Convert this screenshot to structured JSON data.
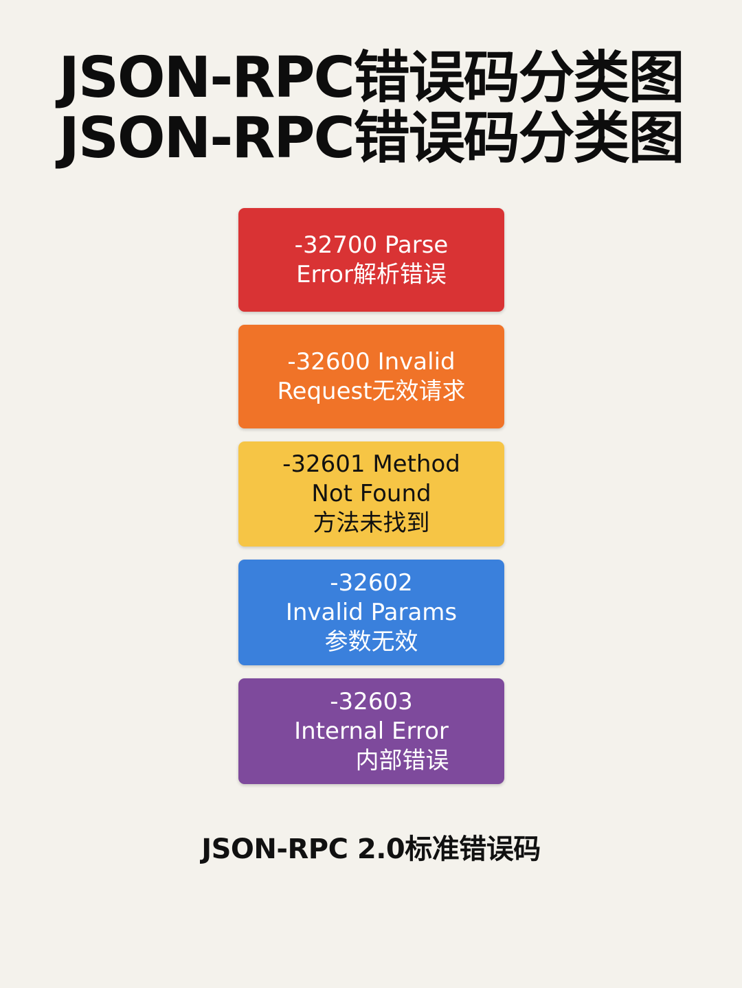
{
  "title": {
    "line1": "JSON-RPC错误码分类图",
    "line2": "JSON-RPC错误码分类图"
  },
  "cards": [
    {
      "code": "-32700",
      "lines": [
        "-32700 Parse",
        "Error解析错误"
      ],
      "bg": "#d93334",
      "text_color": "#ffffff"
    },
    {
      "code": "-32600",
      "lines": [
        "-32600 Invalid",
        "Request无效请求"
      ],
      "bg": "#f07328",
      "text_color": "#ffffff"
    },
    {
      "code": "-32601",
      "lines": [
        "-32601 Method",
        "Not Found",
        "方法未找到"
      ],
      "bg": "#f6c545",
      "text_color": "#111111"
    },
    {
      "code": "-32602",
      "lines": [
        "-32602",
        "Invalid Params",
        "参数无效"
      ],
      "bg": "#3a80dc",
      "text_color": "#ffffff"
    },
    {
      "code": "-32603",
      "lines": [
        "-32603",
        "Internal Error",
        "内部错误"
      ],
      "bg": "#7e4a9c",
      "text_color": "#ffffff"
    }
  ],
  "footer": {
    "caption": "JSON-RPC 2.0标准错误码"
  }
}
